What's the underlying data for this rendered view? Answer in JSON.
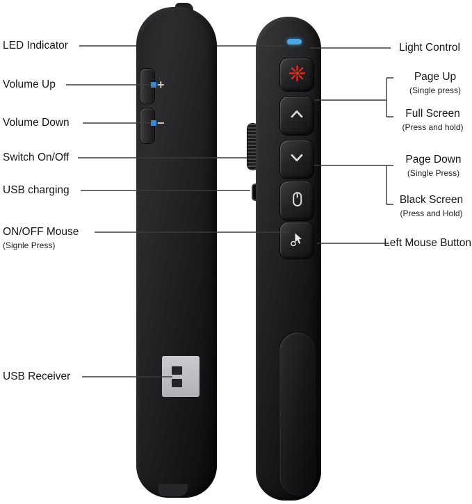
{
  "left_labels": [
    {
      "id": "led-indicator",
      "label": "LED Indicator",
      "sub": ""
    },
    {
      "id": "volume-up",
      "label": "Volume Up",
      "sub": ""
    },
    {
      "id": "volume-down",
      "label": "Volume Down",
      "sub": ""
    },
    {
      "id": "switch-on-off",
      "label": "Switch On/Off",
      "sub": ""
    },
    {
      "id": "usb-charging",
      "label": "USB charging",
      "sub": ""
    },
    {
      "id": "on-off-mouse",
      "label": "ON/OFF Mouse",
      "sub": "(Signle Press)"
    },
    {
      "id": "usb-receiver",
      "label": "USB Receiver",
      "sub": ""
    }
  ],
  "right_labels": [
    {
      "id": "light-control",
      "label": "Light Control",
      "sub": ""
    },
    {
      "id": "page-up",
      "label": "Page Up",
      "sub": "(Single press)"
    },
    {
      "id": "full-screen",
      "label": "Full Screen",
      "sub": "(Press and hold)"
    },
    {
      "id": "page-down",
      "label": "Page Down",
      "sub": "(Single Press)"
    },
    {
      "id": "black-screen",
      "label": "Black Screen",
      "sub": "(Press and Hold)"
    },
    {
      "id": "left-mouse-button",
      "label": "Left Mouse Button",
      "sub": ""
    }
  ],
  "device_glyphs": {
    "volume_up": "+",
    "volume_down": "−"
  },
  "colors": {
    "background": "#ffffff",
    "connector_line": "#3a3a3a",
    "marker_blue": "#3f86d2",
    "led_blue": "#4aa7e8",
    "laser_red": "#e5291c",
    "device_black": "#161618",
    "receiver_gray": "#c9cbd0",
    "icon_light": "#dcdcdc"
  }
}
